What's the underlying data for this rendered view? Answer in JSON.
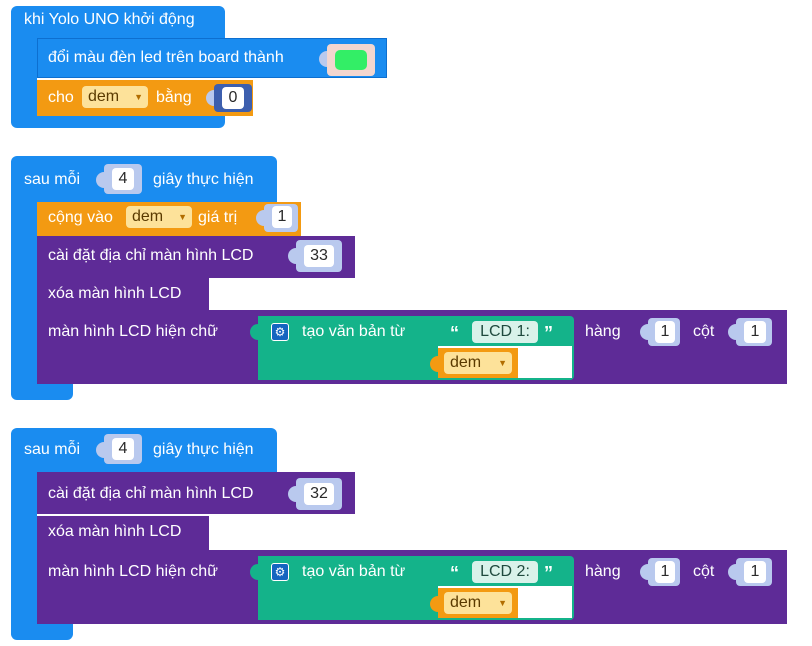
{
  "block1": {
    "hat": "khi Yolo UNO khởi động",
    "led": "đổi màu đèn led trên board thành",
    "led_color": "#33ee66",
    "set_prefix": "cho",
    "var": "dem",
    "set_mid": "bằng",
    "set_value": "0"
  },
  "block2": {
    "every_prefix": "sau mỗi",
    "interval": "4",
    "every_suffix": "giây thực hiện",
    "change_prefix": "cộng vào",
    "var": "dem",
    "change_mid": "giá trị",
    "change_value": "1",
    "lcd_addr_label": "cài đặt địa chỉ màn hình LCD",
    "lcd_addr": "33",
    "clear": "xóa màn hình LCD",
    "show": "màn hình LCD hiện chữ",
    "create_text": "tạo văn bản từ",
    "text": "LCD 1:",
    "text_var": "dem",
    "row_label": "hàng",
    "row": "1",
    "col_label": "cột",
    "col": "1"
  },
  "block3": {
    "every_prefix": "sau mỗi",
    "interval": "4",
    "every_suffix": "giây thực hiện",
    "lcd_addr_label": "cài đặt địa chỉ màn hình LCD",
    "lcd_addr": "32",
    "clear": "xóa màn hình LCD",
    "show": "màn hình LCD hiện chữ",
    "create_text": "tạo văn bản từ",
    "text": "LCD 2:",
    "text_var": "dem",
    "row_label": "hàng",
    "row": "1",
    "col_label": "cột",
    "col": "1"
  },
  "dropdown_arrow": "▼",
  "quote_open": "“",
  "quote_close": "”",
  "gear_icon": "⚙"
}
